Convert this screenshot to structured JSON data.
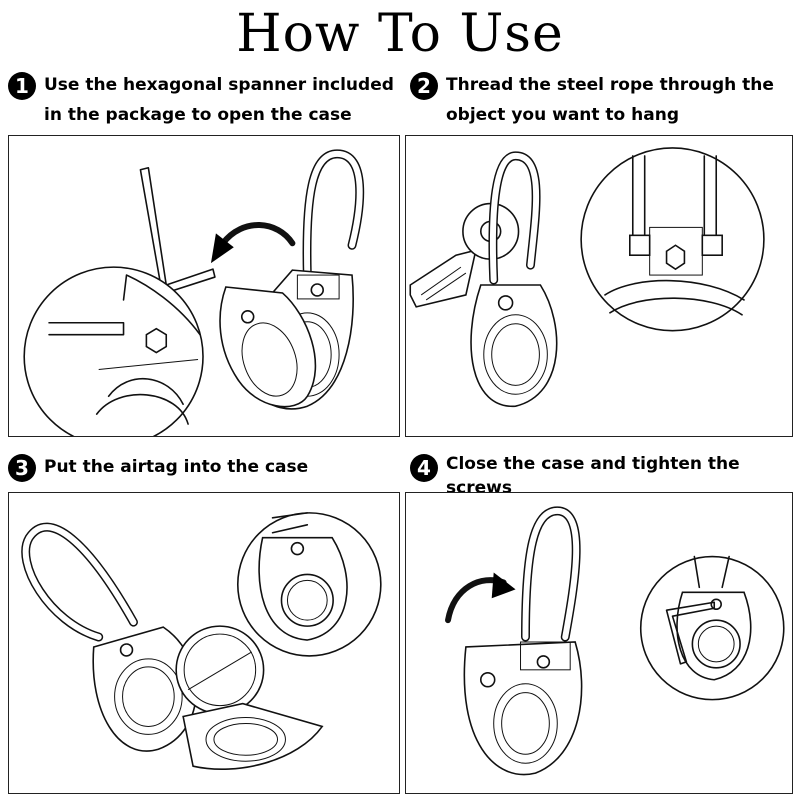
{
  "title": "How To Use",
  "steps": [
    {
      "number": "1",
      "text": "Use the hexagonal spanner included\nin the package to open the case"
    },
    {
      "number": "2",
      "text": "Thread the steel rope through the\nobject  you want to hang"
    },
    {
      "number": "3",
      "text": "Put the airtag into the case"
    },
    {
      "number": "4",
      "text": "Close the case and tighten the\nscrews"
    }
  ]
}
